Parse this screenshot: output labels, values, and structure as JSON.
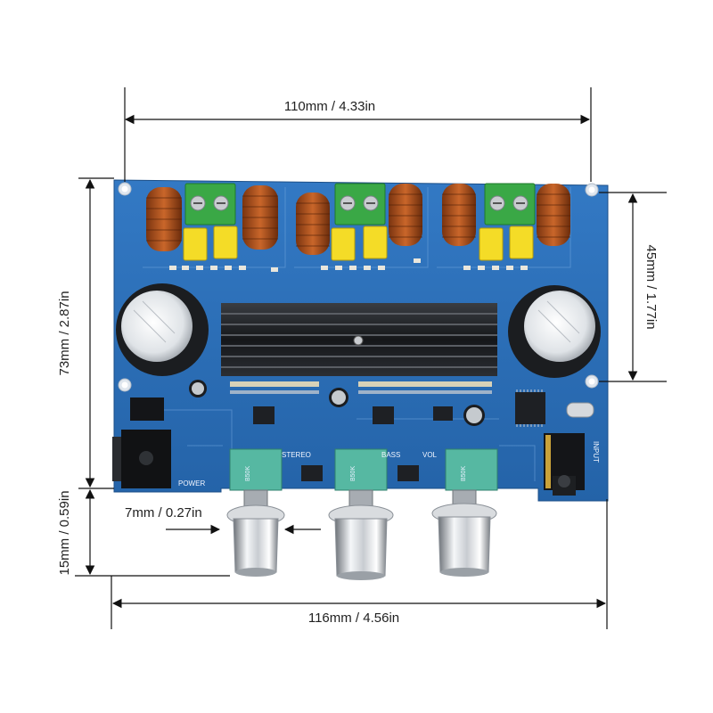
{
  "dimensions": {
    "top_width": "110mm / 4.33in",
    "left_height": "73mm / 2.87in",
    "right_hole_spacing": "45mm / 1.77in",
    "knob_height": "15mm / 0.59in",
    "knob_diameter": "7mm / 0.27in",
    "bottom_width": "116mm / 4.56in"
  },
  "board": {
    "color": "#2a6fb8",
    "silkscreen": {
      "power": "POWER",
      "stereo": "STEREO",
      "bass": "BASS",
      "vol": "VOL",
      "input": "INPUT"
    },
    "pot_label": "B50K"
  }
}
